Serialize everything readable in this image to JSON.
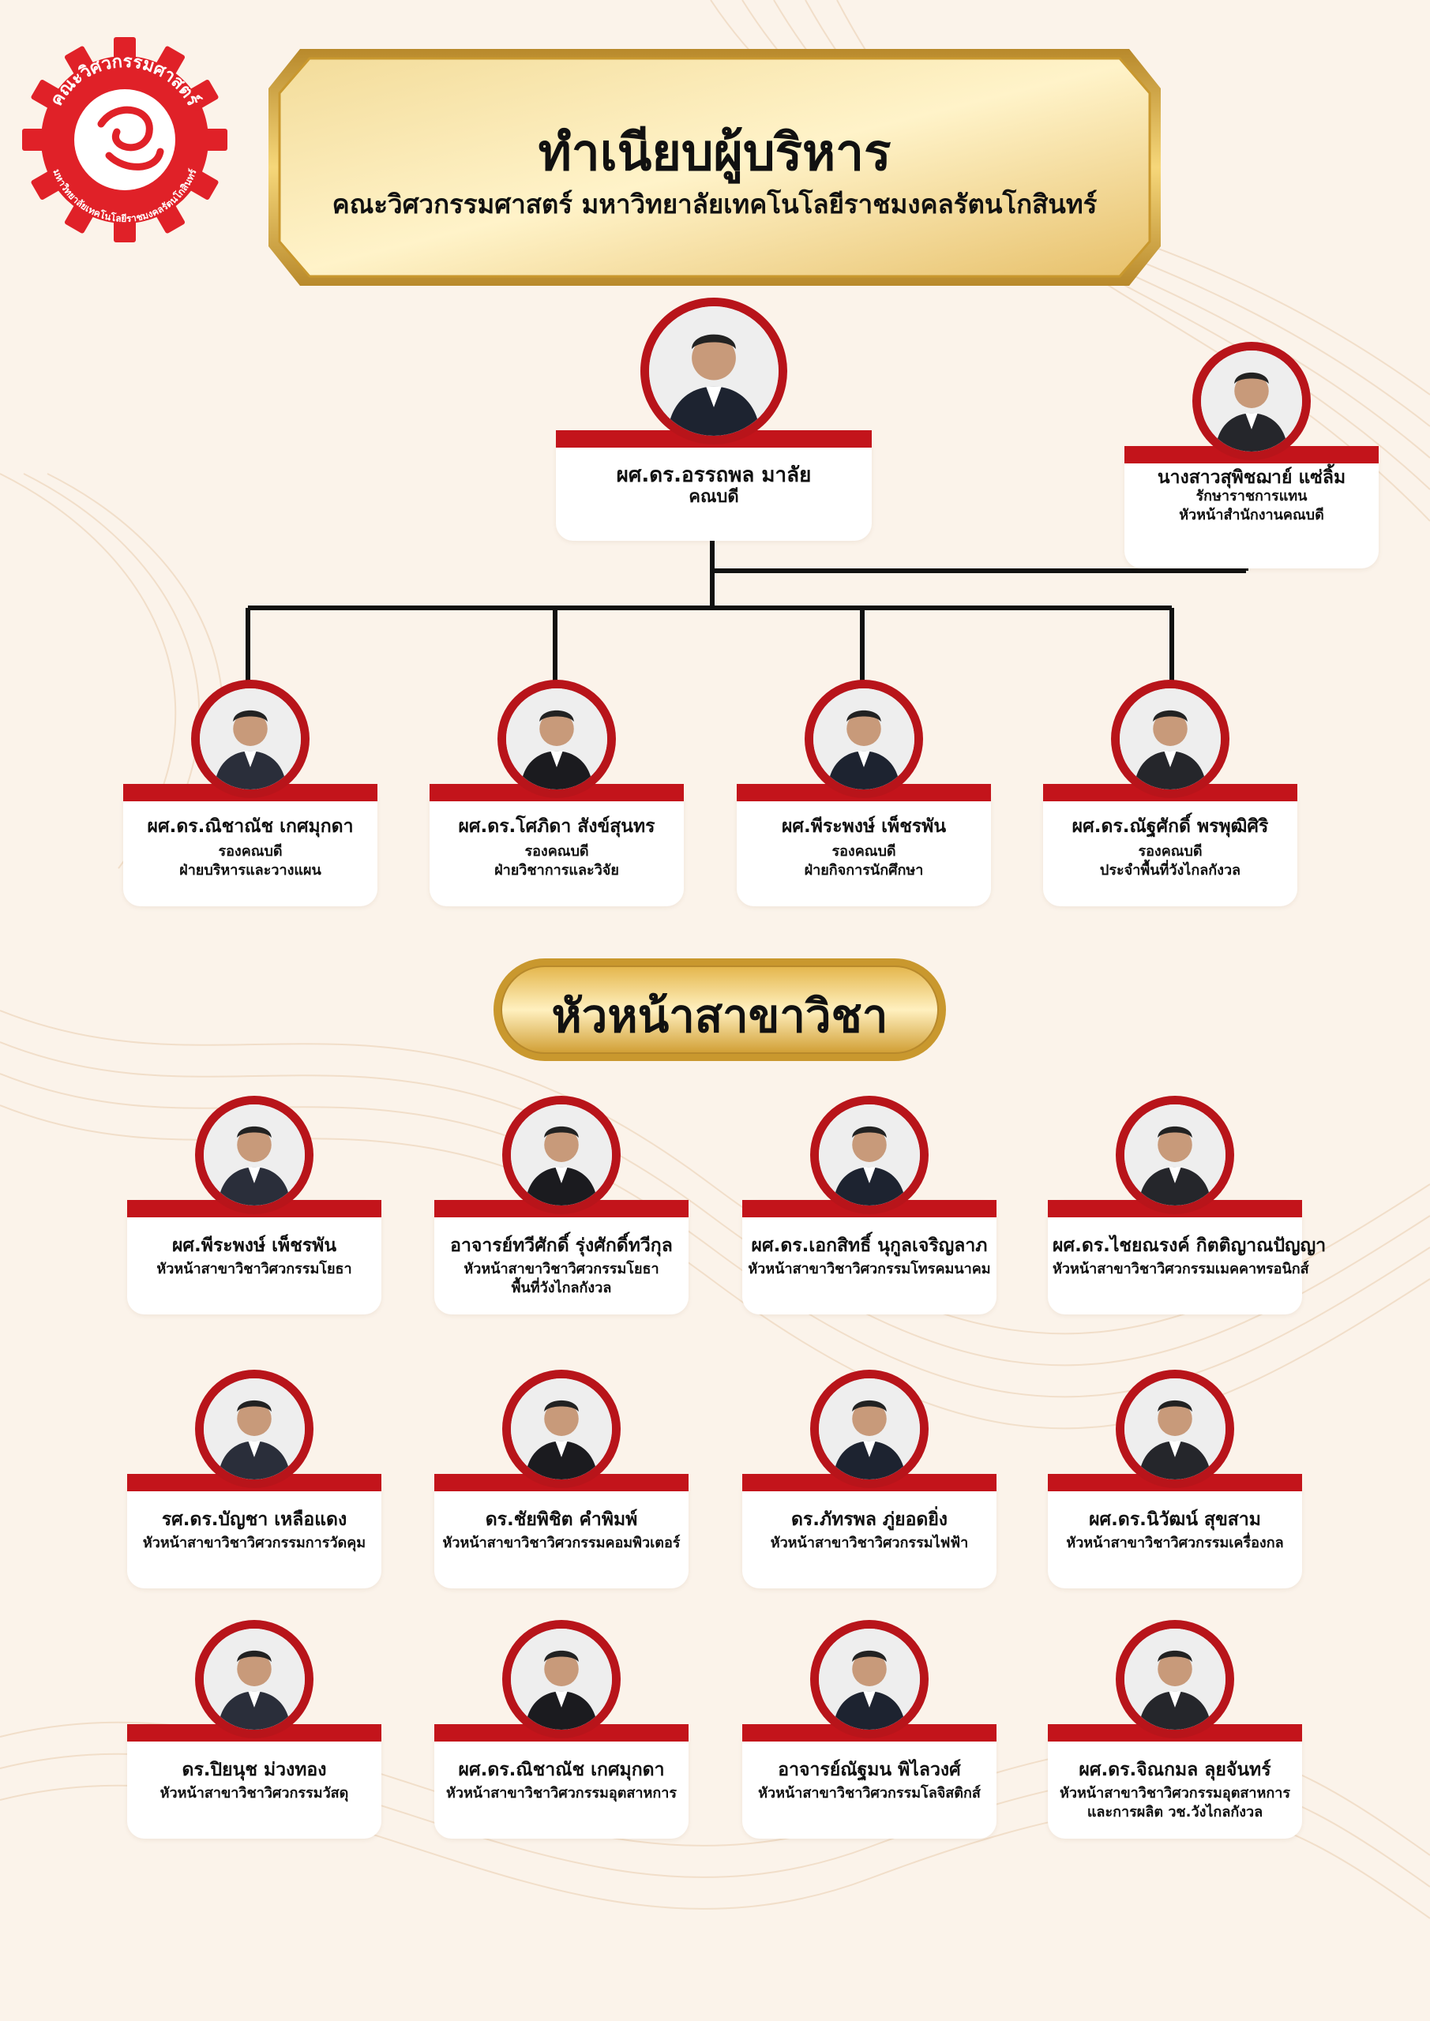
{
  "header": {
    "title": "ทำเนียบผู้บริหาร",
    "subtitle": "คณะวิศวกรรมศาสตร์ มหาวิทยาลัยเทคโนโลยีราชมงคลรัตนโกสินทร์"
  },
  "logo": {
    "text_top": "คณะวิศวกรรมศาสตร์",
    "text_bottom": "มหาวิทยาลัยเทคโนโลยีราชมงคลรัตนโกสินทร์"
  },
  "section": {
    "heads_title": "หัวหน้าสาขาวิชา"
  },
  "colors": {
    "accent_red": "#c3141b",
    "gold": "#d9a93a",
    "background": "#fbf3ea"
  },
  "executives": {
    "dean": {
      "name": "ผศ.ดร.อรรถพล มาลัย",
      "role1": "คณบดี"
    },
    "office_head": {
      "name": "นางสาวสุพิชฌาย์ แซ่ลิ้ม",
      "role1": "รักษาราชการแทน",
      "role2": "หัวหน้าสำนักงานคณบดี"
    },
    "deputies": [
      {
        "name": "ผศ.ดร.ณิชาณัช เกศมุกดา",
        "role1": "รองคณบดี",
        "role2": "ฝ่ายบริหารและวางแผน"
      },
      {
        "name": "ผศ.ดร.โศภิดา สังข์สุนทร",
        "role1": "รองคณบดี",
        "role2": "ฝ่ายวิชาการและวิจัย"
      },
      {
        "name": "ผศ.พีระพงษ์  เพ็ชรพัน",
        "role1": "รองคณบดี",
        "role2": "ฝ่ายกิจการนักศึกษา"
      },
      {
        "name": "ผศ.ดร.ณัฐศักดิ์ พรพุฒิศิริ",
        "role1": "รองคณบดี",
        "role2": "ประจำพื้นที่วังไกลกังวล"
      }
    ]
  },
  "department_heads": [
    {
      "name": "ผศ.พีระพงษ์ เพ็ชรพัน",
      "role1": "หัวหน้าสาขาวิชาวิศวกรรมโยธา"
    },
    {
      "name": "อาจารย์ทวีศักดิ์ รุ่งศักดิ์ทวีกุล",
      "role1": "หัวหน้าสาขาวิชาวิศวกรรมโยธา",
      "role2": "พื้นที่วังไกลกังวล"
    },
    {
      "name": "ผศ.ดร.เอกสิทธิ์ นุกูลเจริญลาภ",
      "role1": "หัวหน้าสาขาวิชาวิศวกรรมโทรคมนาคม"
    },
    {
      "name": "ผศ.ดร.ไชยณรงค์ กิตติญาณปัญญา",
      "role1": "หัวหน้าสาขาวิชาวิศวกรรมเมคคาทรอนิกส์"
    },
    {
      "name": "รศ.ดร.บัญชา เหลือแดง",
      "role1": "หัวหน้าสาขาวิชาวิศวกรรมการวัดคุม"
    },
    {
      "name": "ดร.ชัยพิชิต  คำพิมพ์",
      "role1": "หัวหน้าสาขาวิชาวิศวกรรมคอมพิวเตอร์"
    },
    {
      "name": "ดร.ภัทรพล  ภู่ยอดยิ่ง",
      "role1": "หัวหน้าสาขาวิชาวิศวกรรมไฟฟ้า"
    },
    {
      "name": "ผศ.ดร.นิวัฒน์  สุขสาม",
      "role1": "หัวหน้าสาขาวิชาวิศวกรรมเครื่องกล"
    },
    {
      "name": "ดร.ปิยนุช ม่วงทอง",
      "role1": "หัวหน้าสาขาวิชาวิศวกรรมวัสดุ"
    },
    {
      "name": "ผศ.ดร.ณิชาณัช เกศมุกดา",
      "role1": "หัวหน้าสาขาวิชาวิศวกรรมอุตสาหการ"
    },
    {
      "name": "อาจารย์ณัฐมน พิไลวงศ์",
      "role1": "หัวหน้าสาขาวิชาวิศวกรรมโลจิสติกส์"
    },
    {
      "name": "ผศ.ดร.จิณกมล ลุยจันทร์",
      "role1": "หัวหน้าสาขาวิชาวิศวกรรมอุตสาหการ",
      "role2": "และการผลิต วช.วังไกลกังวล"
    }
  ]
}
